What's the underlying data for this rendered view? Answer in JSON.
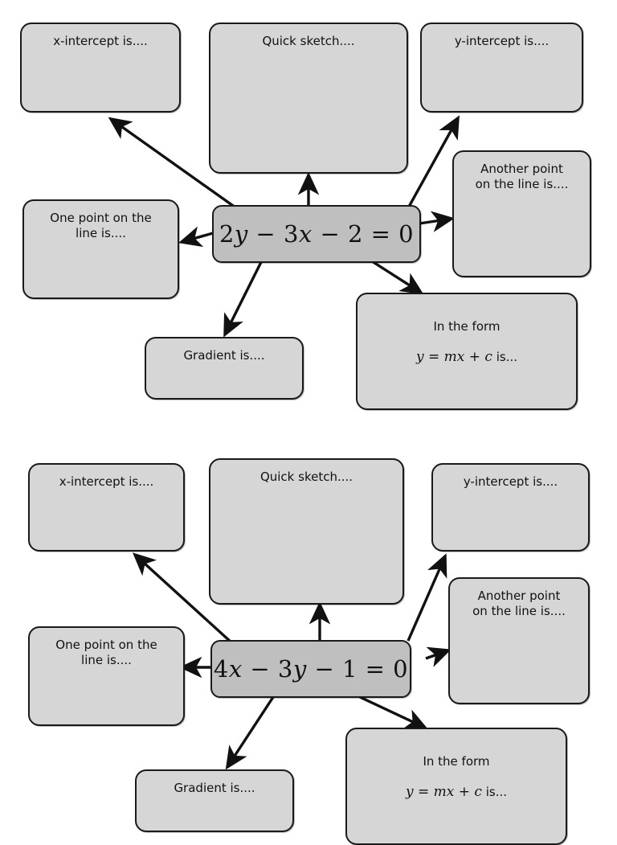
{
  "page": {
    "background_color": "#ffffff",
    "node_fill": "#d6d6d6",
    "center_fill": "#bfbfbf",
    "stroke_color": "#1a1a1a"
  },
  "diagrams": [
    {
      "id": "diagram-1",
      "center": {
        "equation": "2y − 3x − 2 = 0",
        "parts": [
          "2",
          "y",
          " − 3",
          "x",
          " − 2 = 0"
        ]
      },
      "nodes": [
        {
          "name": "x-intercept",
          "label": "x-intercept is...."
        },
        {
          "name": "quick-sketch",
          "label": "Quick sketch...."
        },
        {
          "name": "y-intercept",
          "label": "y-intercept is...."
        },
        {
          "name": "another-point",
          "label": "Another point\non the line is...."
        },
        {
          "name": "one-point",
          "label": "One point on the\nline is...."
        },
        {
          "name": "gradient",
          "label": "Gradient is...."
        },
        {
          "name": "in-the-form",
          "label_line1": "In the form",
          "label_line2": "y = mx + c",
          "label_line3": " is..."
        }
      ]
    },
    {
      "id": "diagram-2",
      "center": {
        "equation": "4x − 3y − 1 = 0",
        "parts": [
          "4",
          "x",
          " − 3",
          "y",
          " − 1 = 0"
        ]
      },
      "nodes": [
        {
          "name": "x-intercept",
          "label": "x-intercept is...."
        },
        {
          "name": "quick-sketch",
          "label": "Quick sketch...."
        },
        {
          "name": "y-intercept",
          "label": "y-intercept is...."
        },
        {
          "name": "another-point",
          "label": "Another point\non the line is...."
        },
        {
          "name": "one-point",
          "label": "One point on the\nline is...."
        },
        {
          "name": "gradient",
          "label": "Gradient is...."
        },
        {
          "name": "in-the-form",
          "label_line1": "In the form",
          "label_line2": "y = mx + c",
          "label_line3": " is..."
        }
      ]
    }
  ]
}
